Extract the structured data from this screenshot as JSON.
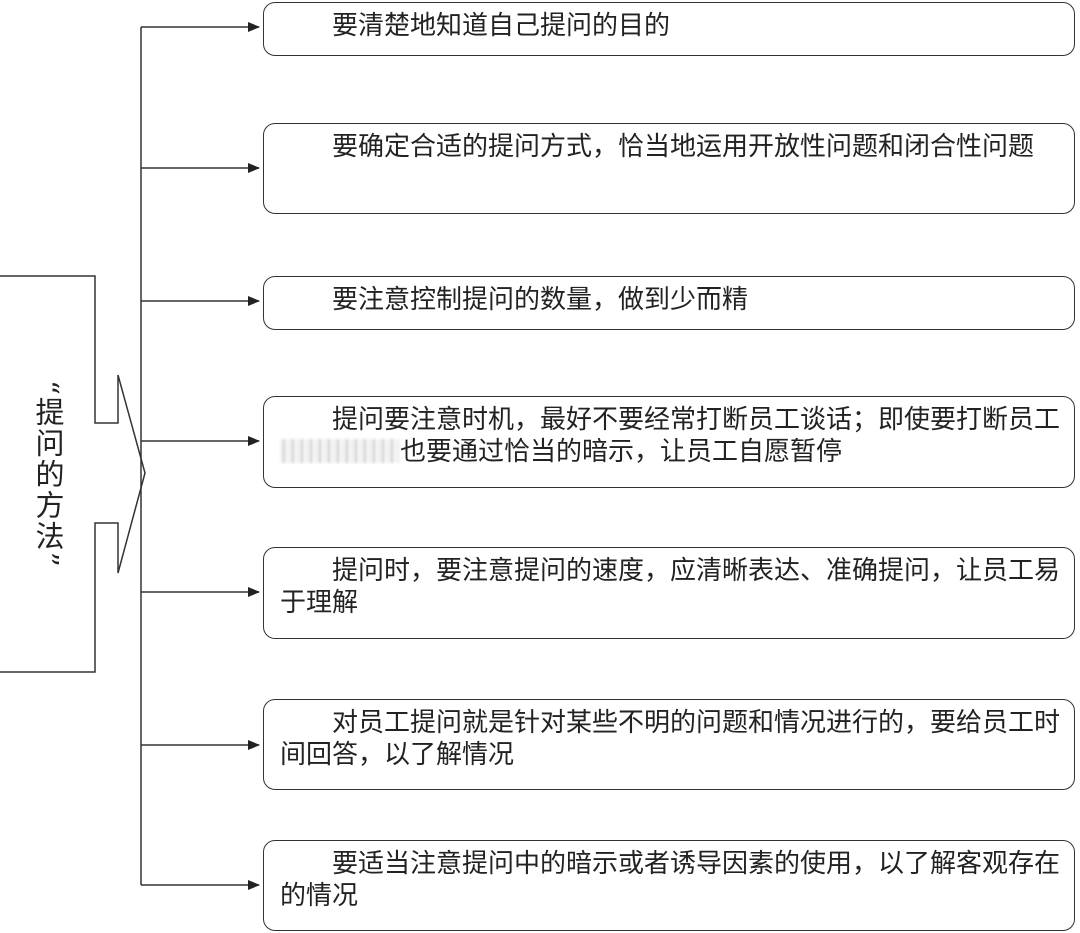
{
  "root": {
    "label": "“提问的方法”"
  },
  "items": [
    {
      "text": "要清楚地知道自己提问的目的"
    },
    {
      "text": "要确定合适的提问方式，恰当地运用开放性问题和闭合性问题"
    },
    {
      "text": "要注意控制提问的数量，做到少而精"
    },
    {
      "text_before": "提问要注意时机，最好不要经常打断员工谈话；即使要打断员工",
      "text_after": "也要通过恰当的暗示，让员工自愿暂停"
    },
    {
      "text": "提问时，要注意提问的速度，应清晰表达、准确提问，让员工易于理解"
    },
    {
      "text": "对员工提问就是针对某些不明的问题和情况进行的，要给员工时间回答，以了解情况"
    },
    {
      "text": "要适当注意提问中的暗示或者诱导因素的使用，以了解客观存在的情况"
    }
  ]
}
